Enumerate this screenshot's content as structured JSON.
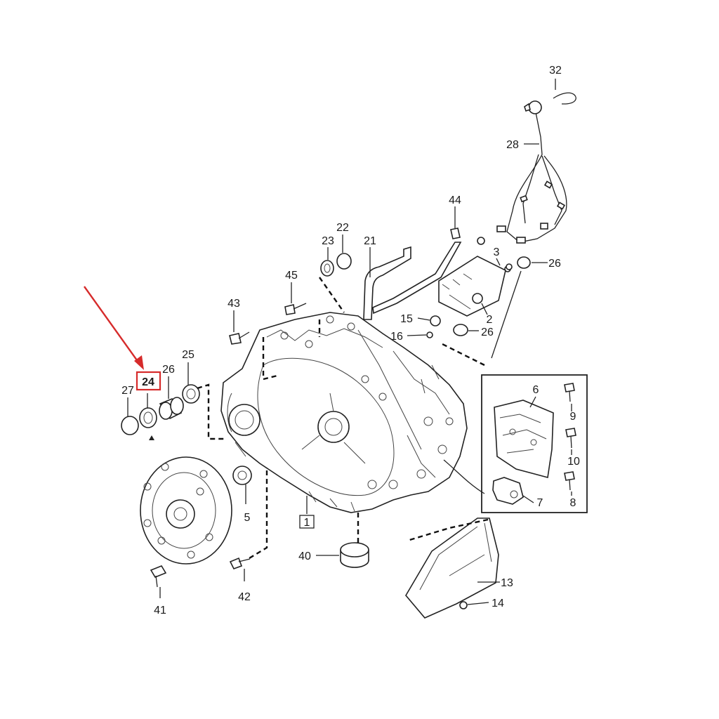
{
  "diagram": {
    "highlight_color": "#d62b2b",
    "line_color": "#222222",
    "callouts": {
      "c1": "1",
      "c2": "2",
      "c3": "3",
      "c5": "5",
      "c6": "6",
      "c7": "7",
      "c8": "8",
      "c9": "9",
      "c10": "10",
      "c13": "13",
      "c14": "14",
      "c15": "15",
      "c16": "16",
      "c21": "21",
      "c22": "22",
      "c23": "23",
      "c24": "24",
      "c25": "25",
      "c26a": "26",
      "c26b": "26",
      "c26c": "26",
      "c27": "27",
      "c28": "28",
      "c32": "32",
      "c40": "40",
      "c41": "41",
      "c42": "42",
      "c43": "43",
      "c44": "44",
      "c45": "45"
    },
    "icons": [
      "red-pointer-arrow",
      "highlight-box",
      "torque-converter",
      "transmission-housing",
      "valve-body-inset",
      "wiring-harness",
      "oil-pan"
    ]
  }
}
